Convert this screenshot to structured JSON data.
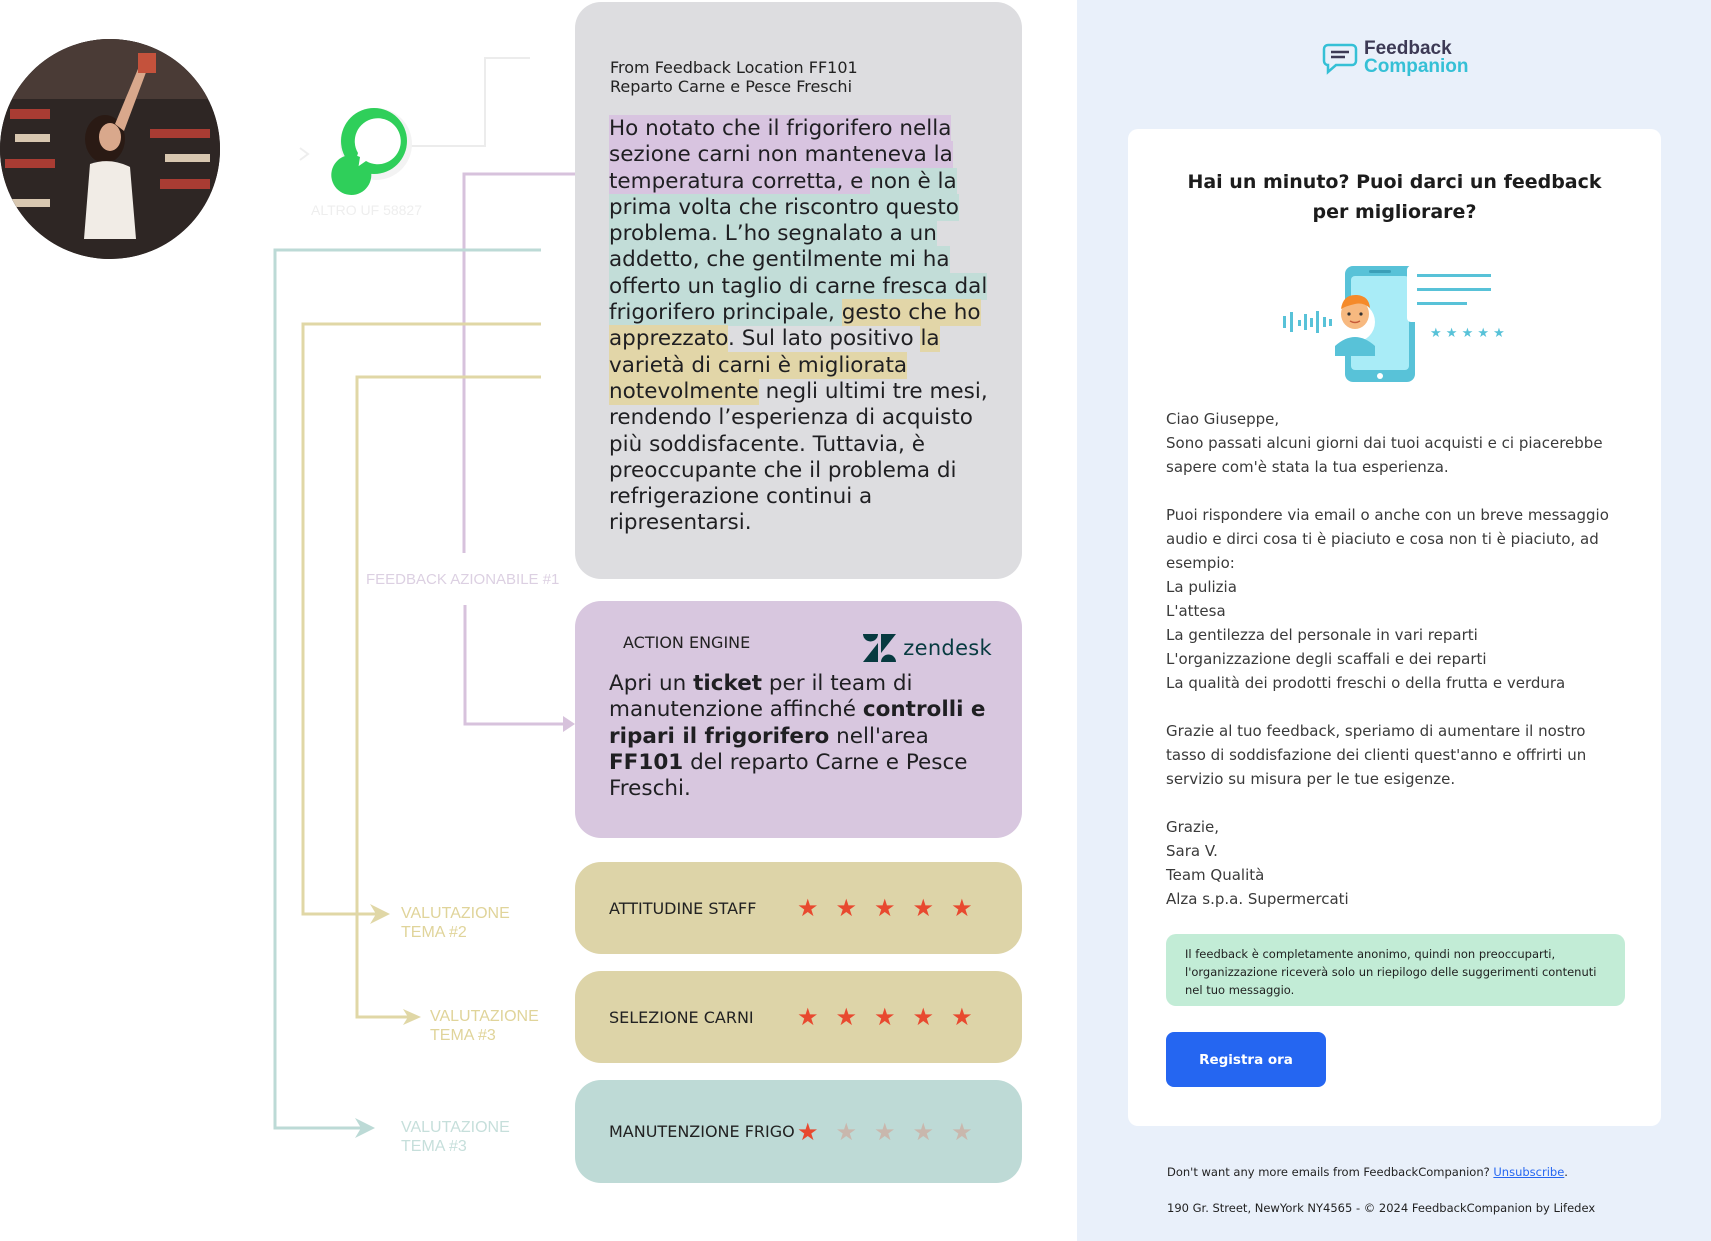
{
  "feedback": {
    "source_line1": "From Feedback Location FF101",
    "source_line2": "Reparto Carne e Pesce Freschi",
    "segments": [
      {
        "text": "Ho notato che il frigorifero nella sezione carni non manteneva la temperatura corretta, e ",
        "highlight": "purple"
      },
      {
        "text": "non è la prima volta che riscontro questo problema. L’ho segnalato a un addetto, che gentilmente mi ha offerto un taglio di carne fresca dal frigorifero principale, ",
        "highlight": "teal"
      },
      {
        "text": "gesto che ho apprezzato",
        "highlight": "tan"
      },
      {
        "text": ". Sul lato positivo ",
        "highlight": "none"
      },
      {
        "text": "la varietà di carni è migliorata notevolmente",
        "highlight": "tan"
      },
      {
        "text": " negli ultimi tre mesi, rendendo l’esperienza di acquisto più soddisfacente. Tuttavia, è preoccupante che il problema di refrigerazione continui a ripresentarsi.",
        "highlight": "none"
      }
    ]
  },
  "labels": {
    "whatsapp_caption": "ALTRO UF 58827",
    "actionable": "FEEDBACK AZIONABILE #1",
    "theme2": [
      "VALUTAZIONE",
      "TEMA #2"
    ],
    "theme3a": [
      "VALUTAZIONE",
      "TEMA #3"
    ],
    "theme3b": [
      "VALUTAZIONE",
      "TEMA #3"
    ]
  },
  "action": {
    "label": "ACTION ENGINE",
    "brand": "zendesk",
    "text_parts": [
      {
        "t": "Apri un ",
        "b": false
      },
      {
        "t": "ticket",
        "b": true
      },
      {
        "t": " per il team di manutenzione affinché ",
        "b": false
      },
      {
        "t": "controlli e ripari il frigorifero",
        "b": true
      },
      {
        "t": " nell'area ",
        "b": false
      },
      {
        "t": "FF101",
        "b": true
      },
      {
        "t": " del reparto Carne e Pesce Freschi.",
        "b": false
      }
    ]
  },
  "ratings": [
    {
      "label": "ATTITUDINE STAFF",
      "stars": 5,
      "max": 5,
      "color": "#ddd4a8"
    },
    {
      "label": "SELEZIONE CARNI",
      "stars": 5,
      "max": 5,
      "color": "#ddd4a8"
    },
    {
      "label": "MANUTENZIONE FRIGO",
      "stars": 1,
      "max": 5,
      "color": "#bedad6"
    }
  ],
  "colors": {
    "purple": "#d5c0df",
    "teal": "#bedad6",
    "tan": "#e2d7a4",
    "star_on": "#e8492f",
    "star_off": "#c9b7ad",
    "accent": "#2566f1"
  },
  "email": {
    "brand_line1": "Feedback",
    "brand_line2": "Companion",
    "title": "Hai un minuto? Puoi darci un feedback per migliorare?",
    "body": "Ciao Giuseppe,\nSono passati alcuni giorni dai tuoi acquisti e ci piacerebbe sapere com'è stata la tua esperienza.\n\nPuoi rispondere via email o anche con un breve messaggio audio e dirci cosa ti è piaciuto e cosa non ti è piaciuto, ad esempio:\nLa pulizia\nL'attesa\nLa gentilezza del personale in vari reparti\nL'organizzazione degli scaffali e dei reparti\nLa qualità dei prodotti freschi o della frutta e verdura\n\nGrazie al tuo feedback, speriamo di aumentare il nostro tasso di soddisfazione dei clienti quest'anno e offrirti un servizio su misura per le tue esigenze.\n\nGrazie,\nSara V.\nTeam Qualità\nAlza s.p.a. Supermercati",
    "notice": "Il feedback è completamente anonimo, quindi non preoccuparti, l'organizzazione riceverà solo un riepilogo delle suggerimenti contenuti nel tuo messaggio.",
    "button": "Registra ora",
    "footer_unsub_prefix": "Don't want any more emails from FeedbackCompanion? ",
    "footer_unsub_link": "Unsubscribe",
    "footer_unsub_suffix": ".",
    "footer_address": "190 Gr. Street, NewYork NY4565 - © 2024 FeedbackCompanion by Lifedex"
  }
}
